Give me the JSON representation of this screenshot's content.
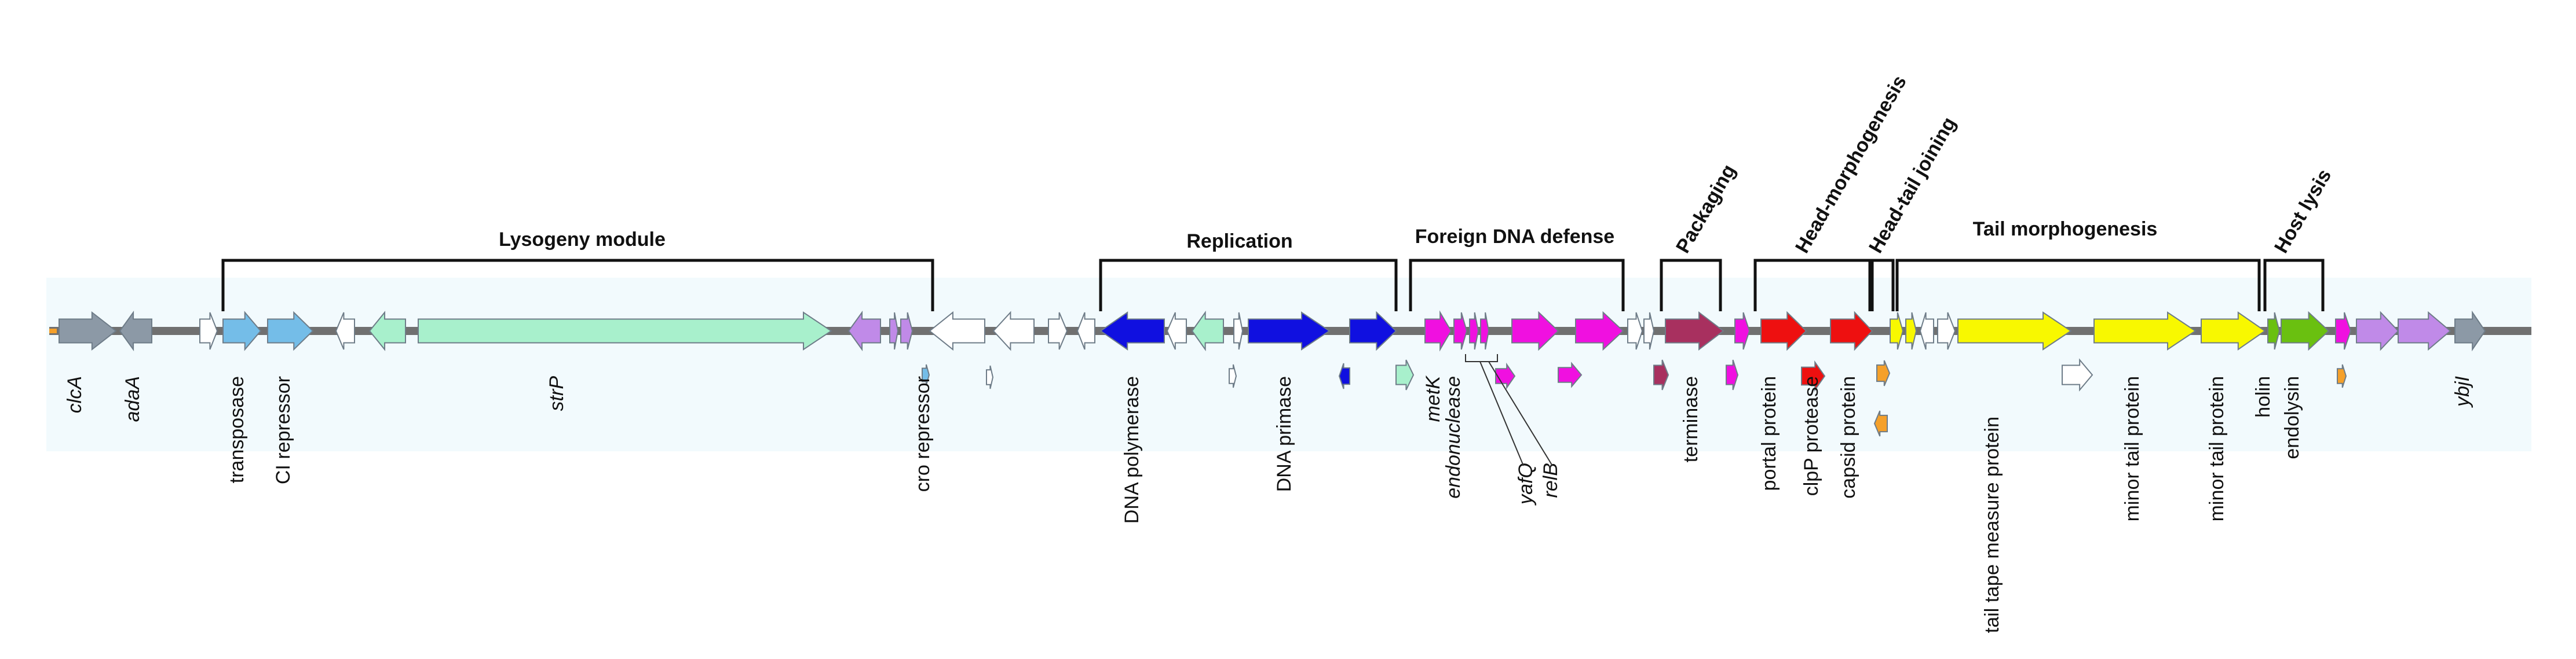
{
  "colors": {
    "grey": "#8c99a6",
    "white": "#ffffff",
    "blue_light": "#74bde8",
    "mint": "#a8f0cc",
    "violet": "#c08ae8",
    "blue": "#1010e0",
    "magenta": "#f010e0",
    "maroon": "#a8305f",
    "red": "#ee1010",
    "orange": "#f5a02a",
    "yellow": "#f8f800",
    "green": "#6ac010",
    "backbone": "#707070",
    "band": "#f2fafd"
  },
  "modules": [
    {
      "label": "Lysogeny module",
      "rotated": false
    },
    {
      "label": "Replication",
      "rotated": false
    },
    {
      "label": "Foreign DNA defense",
      "rotated": false
    },
    {
      "label": "Packaging",
      "rotated": true
    },
    {
      "label": "Head-morphogenesis",
      "rotated": true
    },
    {
      "label": "Head-tail joining",
      "rotated": true
    },
    {
      "label": "Tail morphogenesis",
      "rotated": false
    },
    {
      "label": "Host lysis",
      "rotated": true
    }
  ],
  "gene_labels": [
    {
      "text": "clcA",
      "italic": true
    },
    {
      "text": "adaA",
      "italic": true
    },
    {
      "text": "transposase",
      "italic": false
    },
    {
      "text": "CI repressor",
      "italic": false
    },
    {
      "text": "strP",
      "italic": true
    },
    {
      "text": "cro repressor",
      "italic": false
    },
    {
      "text": "DNA polymerase",
      "italic": false
    },
    {
      "text": "DNA primase",
      "italic": false
    },
    {
      "text": "metK",
      "italic": true
    },
    {
      "text": "endonuclease",
      "italic": true
    },
    {
      "text": "yafQ",
      "italic": true
    },
    {
      "text": "relB",
      "italic": true
    },
    {
      "text": "terminase",
      "italic": false
    },
    {
      "text": "portal protein",
      "italic": false
    },
    {
      "text": "clpP protease",
      "italic": false
    },
    {
      "text": "capsid protein",
      "italic": false
    },
    {
      "text": "tail tape measure  protein",
      "italic": false
    },
    {
      "text": "minor tail protein",
      "italic": false
    },
    {
      "text": "minor tail protein",
      "italic": false
    },
    {
      "text": "holin",
      "italic": false
    },
    {
      "text": "endolysin",
      "italic": false
    },
    {
      "text": "ybjI",
      "italic": true
    }
  ]
}
